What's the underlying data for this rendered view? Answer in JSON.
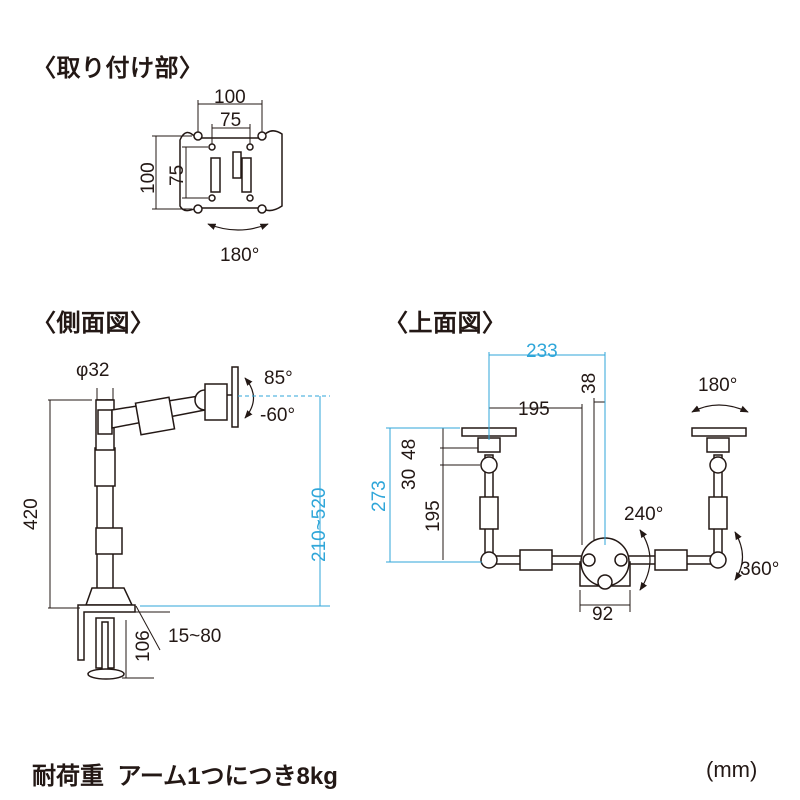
{
  "sections": {
    "mount": {
      "title": "〈取り付け部〉"
    },
    "side": {
      "title": "〈側面図〉"
    },
    "top": {
      "title": "〈上面図〉"
    }
  },
  "mount_dims": {
    "width_outer": "100",
    "width_inner": "75",
    "height_outer": "100",
    "height_inner": "75",
    "rotation": "180°"
  },
  "side_dims": {
    "pole_diameter": "φ32",
    "tilt_up": "85°",
    "tilt_down": "-60°",
    "total_height": "420",
    "height_range": "210~520",
    "clamp_thickness": "15~80",
    "clamp_depth": "106"
  },
  "top_dims": {
    "reach_total": "233",
    "reach_arm": "195",
    "offset_small": "38",
    "vertical_total": "273",
    "vertical_a": "30",
    "vertical_b": "48",
    "vertical_arm": "195",
    "head_rotation": "180°",
    "arm_rotation": "240°",
    "base_rotation": "360°",
    "base_width": "92"
  },
  "footer": {
    "load": "耐荷重  アーム1つにつき8kg",
    "unit": "(mm)"
  },
  "colors": {
    "dimension_blue": "#2fa6d9",
    "line": "#231815"
  }
}
